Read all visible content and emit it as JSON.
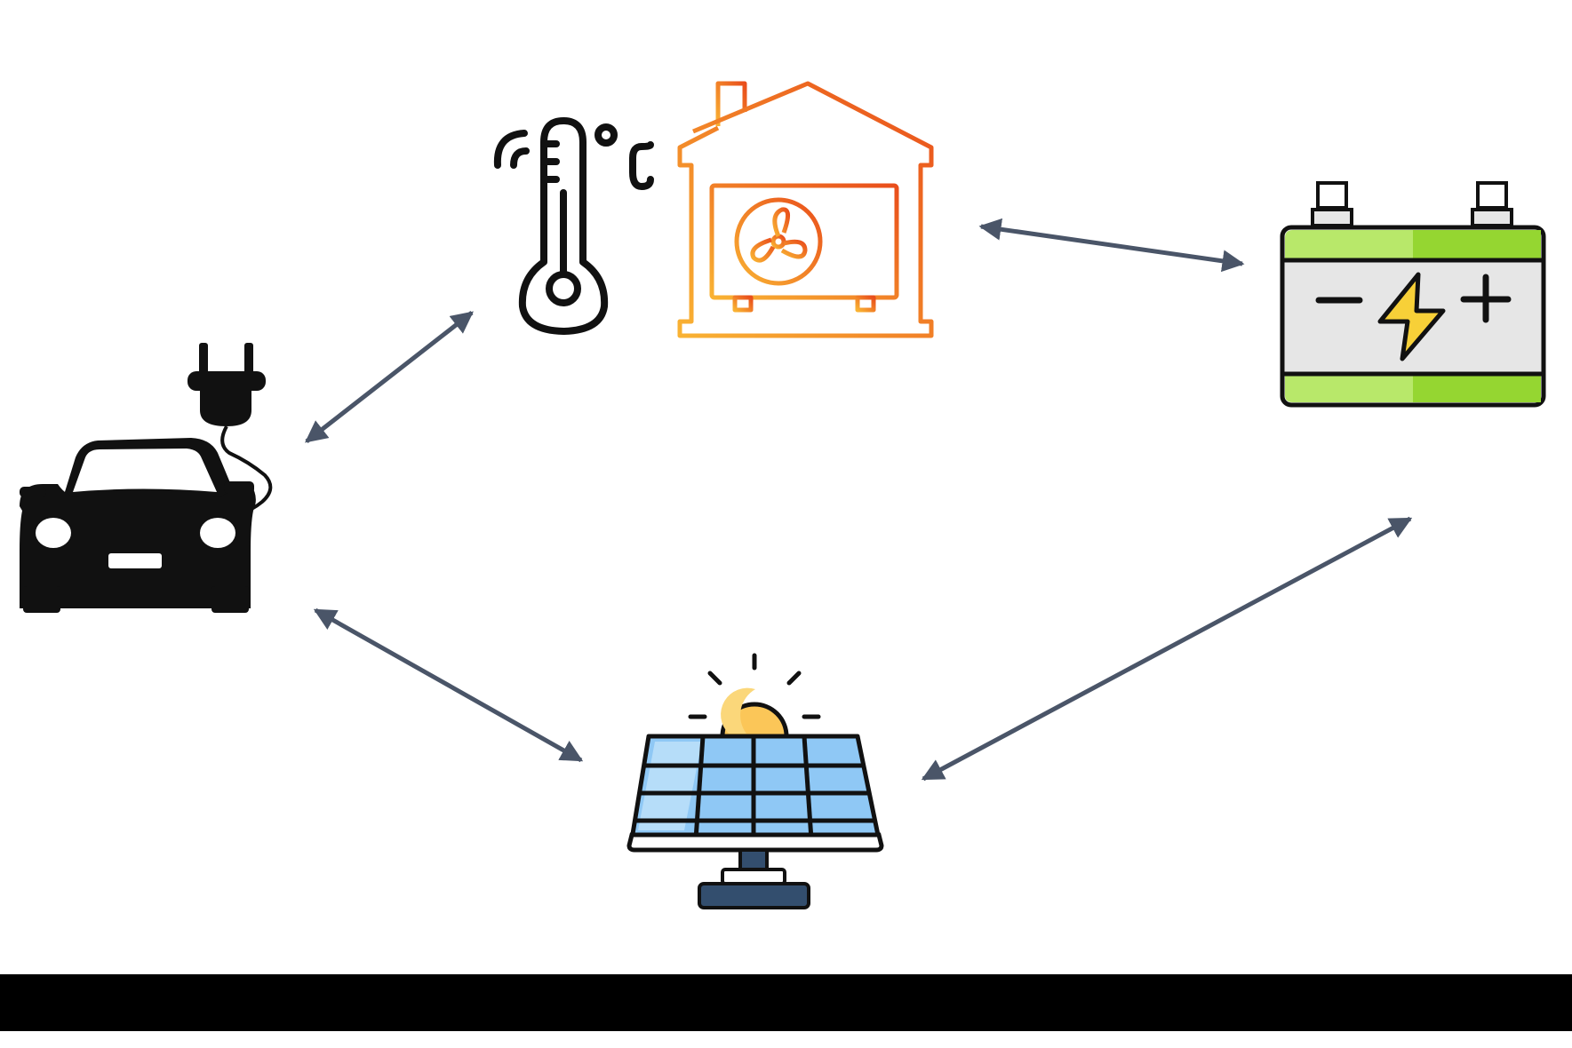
{
  "diagram": {
    "nodes": [
      {
        "id": "ev",
        "icon": "electric-car-charging-icon"
      },
      {
        "id": "thermostat",
        "icon": "thermometer-celsius-icon",
        "text": "°C"
      },
      {
        "id": "heat-pump",
        "icon": "house-heat-pump-icon"
      },
      {
        "id": "battery",
        "icon": "battery-icon",
        "minus": "−",
        "plus": "+"
      },
      {
        "id": "solar",
        "icon": "solar-panel-icon"
      }
    ],
    "connections": [
      {
        "from": "ev",
        "to": "thermostat",
        "direction": "bidirectional"
      },
      {
        "from": "heat-pump",
        "to": "battery",
        "direction": "bidirectional"
      },
      {
        "from": "ev",
        "to": "solar",
        "direction": "bidirectional"
      },
      {
        "from": "solar",
        "to": "battery",
        "direction": "bidirectional"
      }
    ]
  },
  "colors": {
    "arrow": "#4a5568",
    "icon_dark": "#111111",
    "heat_pump_gradient": [
      "#f9b233",
      "#e94e1b"
    ],
    "battery_green": "#95d631",
    "battery_green_light": "#b8e86a",
    "battery_body": "#e6e6e6",
    "bolt": "#f7d038",
    "solar_cell": "#8fc8f5",
    "solar_cell_light": "#b6ddf9",
    "sun": "#fbc658",
    "sun_light": "#fbd77a",
    "solar_base": "#334e6e",
    "bottom_bar": "#000000"
  }
}
